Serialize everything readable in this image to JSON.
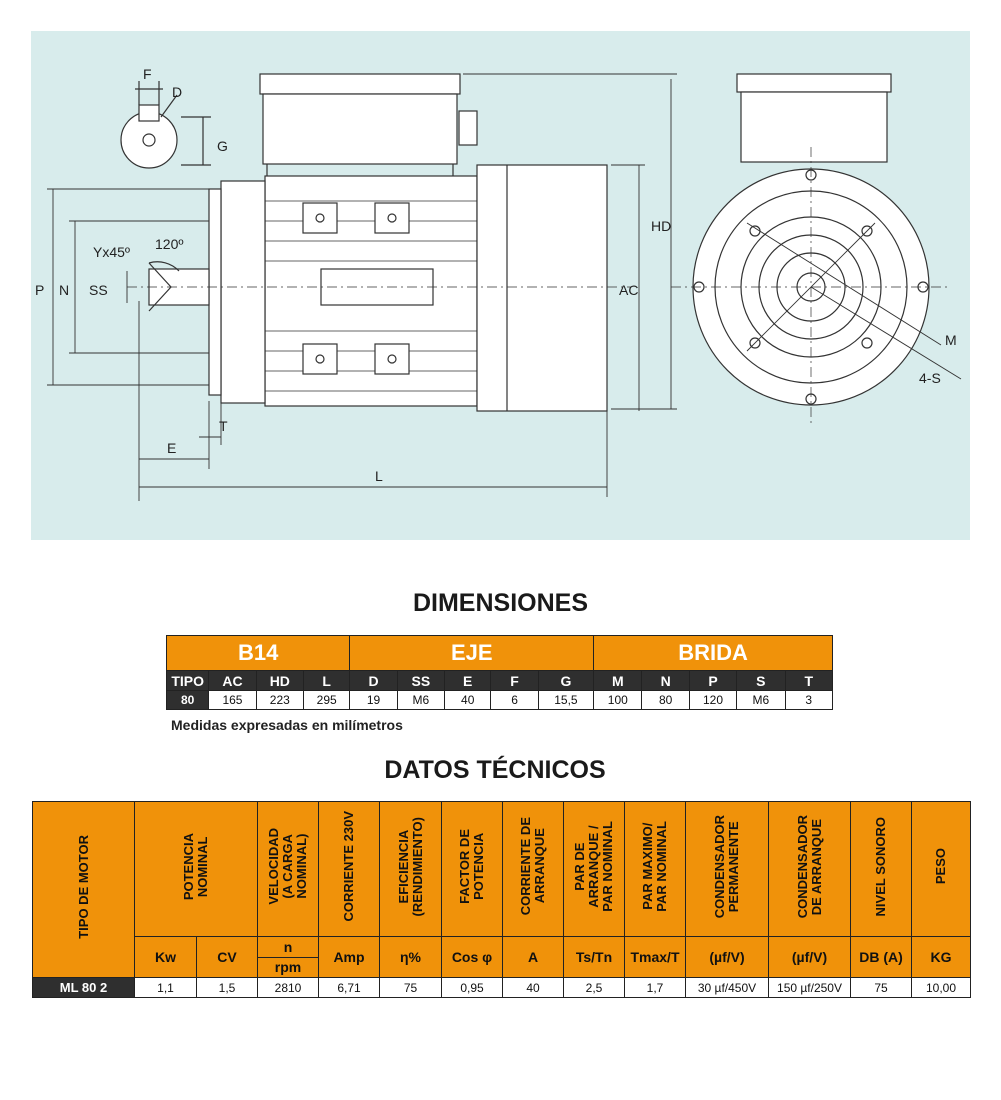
{
  "drawing": {
    "labels": {
      "F": "F",
      "D": "D",
      "G": "G",
      "Y": "Yx45º",
      "angle": "120º",
      "SS": "SS",
      "P": "P",
      "N": "N",
      "E": "E",
      "T": "T",
      "L": "L",
      "HD": "HD",
      "AC": "AC",
      "M": "M",
      "S": "4-S"
    }
  },
  "dimensiones": {
    "title": "DIMENSIONES",
    "groups": [
      "B14",
      "EJE",
      "BRIDA"
    ],
    "headers": [
      "TIPO",
      "AC",
      "HD",
      "L",
      "D",
      "SS",
      "E",
      "F",
      "G",
      "M",
      "N",
      "P",
      "S",
      "T"
    ],
    "values": [
      "80",
      "165",
      "223",
      "295",
      "19",
      "M6",
      "40",
      "6",
      "15,5",
      "100",
      "80",
      "120",
      "M6",
      "3"
    ],
    "note": "Medidas expresadas en milímetros"
  },
  "datos": {
    "title": "DATOS TÉCNICOS",
    "headers": {
      "tipo": "TIPO DE MOTOR",
      "potencia": "POTENCIA\nNOMINAL",
      "velocidad": "VELOCIDAD\n(A CARGA\nNOMINAL)",
      "corriente": "CORRIENTE 230V",
      "eficiencia": "EFICIENCIA\n(RENDIMIENTO)",
      "factor": "FACTOR DE\nPOTENCIA",
      "arranque": "CORRIENTE DE\nARRANQUE",
      "par_arranque": "PAR DE\nARRANQUE /\nPAR NOMINAL",
      "par_maximo": "PAR MAXIMO/\nPAR NOMINAL",
      "cond_perm": "CONDENSADOR\nPERMANENTE",
      "cond_arr": "CONDENSADOR\nDE ARRANQUE",
      "nivel": "NIVEL SONORO",
      "peso": "PESO"
    },
    "units": {
      "kw": "Kw",
      "cv": "CV",
      "n": "n",
      "rpm": "rpm",
      "amp": "Amp",
      "eff": "η%",
      "cos": "Cos φ",
      "a": "A",
      "tstn": "Ts/Tn",
      "tmax": "Tmax/T",
      "cp": "(µf/V)",
      "ca": "(µf/V)",
      "db": "DB (A)",
      "kg": "KG"
    },
    "row": {
      "tipo": "ML 80 2",
      "kw": "1,1",
      "cv": "1,5",
      "rpm": "2810",
      "amp": "6,71",
      "eff": "75",
      "cos": "0,95",
      "a": "40",
      "tstn": "2,5",
      "tmax": "1,7",
      "cp": "30 µf/450V",
      "ca": "150 µf/250V",
      "db": "75",
      "kg": "10,00"
    }
  }
}
